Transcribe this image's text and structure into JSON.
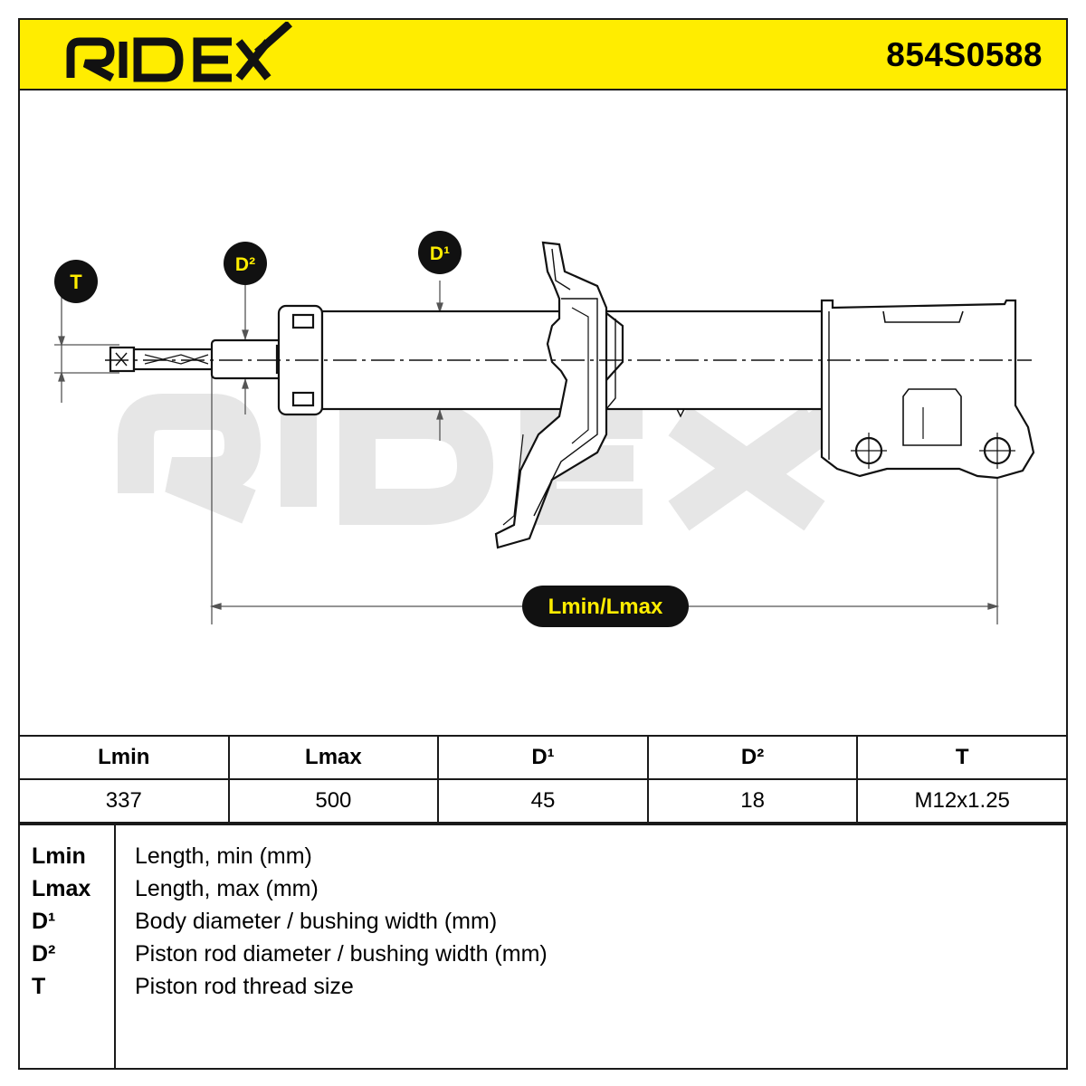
{
  "header": {
    "brand": "RIDEX",
    "part_number": "854S0588",
    "background_color": "#ffed00"
  },
  "diagram": {
    "labels": {
      "t": "T",
      "d2": "D²",
      "d1": "D¹",
      "length": "Lmin/Lmax"
    },
    "watermark": "RIDEX",
    "label_text_color": "#ffed00"
  },
  "specs": {
    "headers": [
      "Lmin",
      "Lmax",
      "D¹",
      "D²",
      "T"
    ],
    "values": [
      "337",
      "500",
      "45",
      "18",
      "M12x1.25"
    ]
  },
  "legend": [
    {
      "key": "Lmin",
      "desc": "Length, min (mm)"
    },
    {
      "key": "Lmax",
      "desc": "Length, max (mm)"
    },
    {
      "key": "D¹",
      "desc": "Body diameter / bushing width (mm)"
    },
    {
      "key": "D²",
      "desc": "Piston rod diameter / bushing width (mm)"
    },
    {
      "key": "T",
      "desc": "Piston rod thread size"
    }
  ]
}
